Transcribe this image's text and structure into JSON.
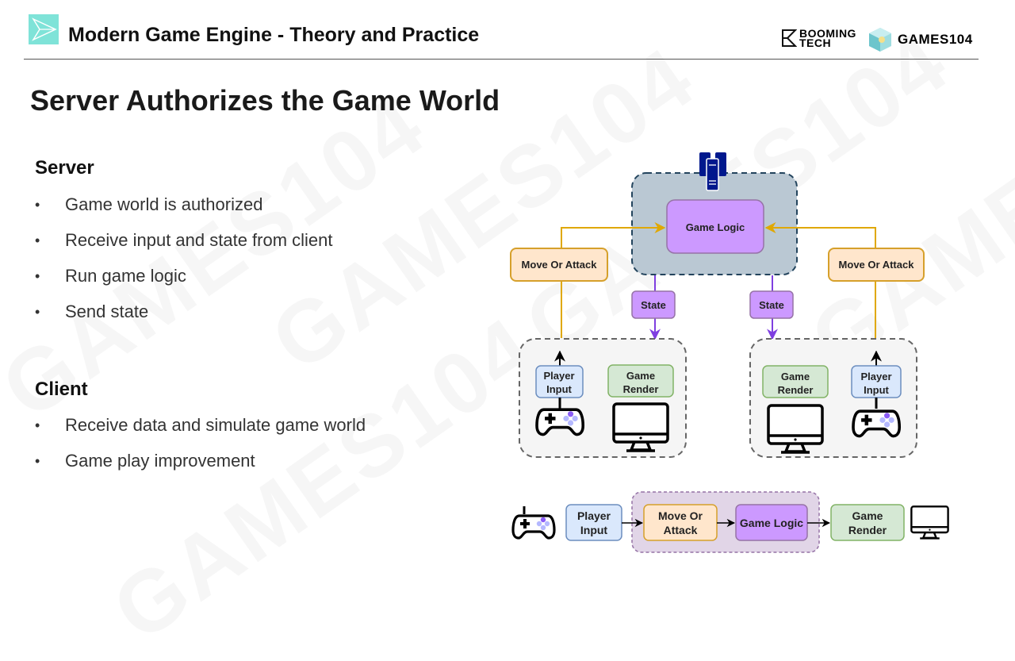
{
  "header": {
    "course_title": "Modern Game Engine - Theory and Practice",
    "logo_booming_line1": "BOOMING",
    "logo_booming_line2": "TECH",
    "logo_games": "GAMES104"
  },
  "watermark_text": "GAMES104",
  "slide": {
    "title": "Server Authorizes the Game World",
    "sections": [
      {
        "heading": "Server",
        "bullets": [
          "Game world is authorized",
          "Receive input and state from client",
          "Run game logic",
          "Send state"
        ]
      },
      {
        "heading": "Client",
        "bullets": [
          "Receive data and simulate game world",
          "Game play improvement"
        ]
      }
    ]
  },
  "diagram": {
    "server_box": {
      "icon": "server-icon",
      "node": "Game Logic"
    },
    "left_flow": {
      "up_label": "Move Or Attack",
      "down_label": "State"
    },
    "right_flow": {
      "up_label": "Move Or Attack",
      "down_label": "State"
    },
    "left_client": {
      "input_label_1": "Player",
      "input_label_2": "Input",
      "render_label_1": "Game",
      "render_label_2": "Render",
      "input_icon": "gamepad-icon",
      "render_icon": "monitor-icon"
    },
    "right_client": {
      "input_label_1": "Player",
      "input_label_2": "Input",
      "render_label_1": "Game",
      "render_label_2": "Render",
      "input_icon": "gamepad-icon",
      "render_icon": "monitor-icon"
    },
    "pipeline": {
      "steps": [
        {
          "line1": "Player",
          "line2": "Input"
        },
        {
          "line1": "Move Or",
          "line2": "Attack"
        },
        {
          "line1": "Game Logic",
          "line2": ""
        },
        {
          "line1": "Game",
          "line2": "Render"
        }
      ]
    },
    "colors": {
      "move_fill": "#ffe6cc",
      "move_stroke": "#d6a02b",
      "logic_fill": "#cc99ff",
      "logic_stroke": "#9673a6",
      "state_fill": "#cc99ff",
      "state_arrow": "#7f3fe0",
      "input_fill": "#dae8fc",
      "input_stroke": "#6c8ebf",
      "render_fill": "#d5e8d4",
      "render_stroke": "#82b366",
      "server_fill": "#bac8d3",
      "server_stroke": "#23445d",
      "client_fill": "#f5f5f5",
      "client_stroke": "#666666",
      "pipeline_group_fill": "#e1d5e7",
      "pipeline_group_stroke": "#9673a6",
      "server_icon": "#00188d",
      "orange_line": "#e0a800"
    }
  }
}
